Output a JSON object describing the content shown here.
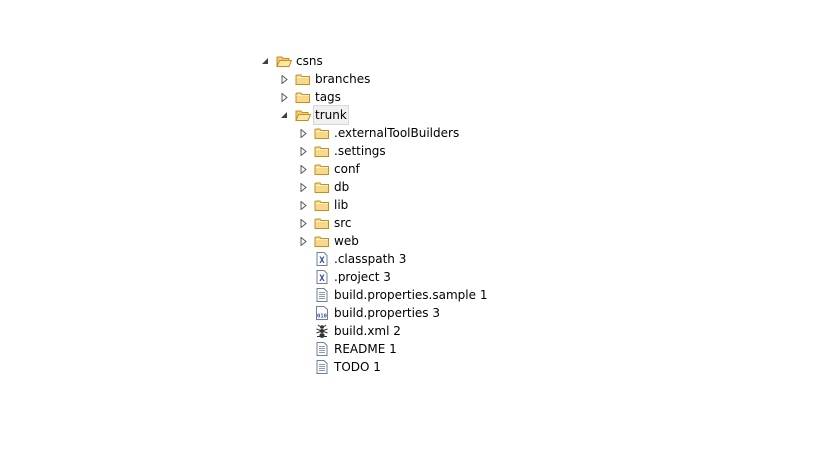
{
  "tree": [
    {
      "label": "csns",
      "icon": "folder-open-icon",
      "expanded": true,
      "depth": 0
    },
    {
      "label": "branches",
      "icon": "folder-icon",
      "expanded": false,
      "depth": 1
    },
    {
      "label": "tags",
      "icon": "folder-icon",
      "expanded": false,
      "depth": 1
    },
    {
      "label": "trunk",
      "icon": "folder-open-icon",
      "expanded": true,
      "depth": 1,
      "selected": true
    },
    {
      "label": ".externalToolBuilders",
      "icon": "folder-icon",
      "expanded": false,
      "depth": 2
    },
    {
      "label": ".settings",
      "icon": "folder-icon",
      "expanded": false,
      "depth": 2
    },
    {
      "label": "conf",
      "icon": "folder-icon",
      "expanded": false,
      "depth": 2
    },
    {
      "label": "db",
      "icon": "folder-icon",
      "expanded": false,
      "depth": 2
    },
    {
      "label": "lib",
      "icon": "folder-icon",
      "expanded": false,
      "depth": 2
    },
    {
      "label": "src",
      "icon": "folder-icon",
      "expanded": false,
      "depth": 2
    },
    {
      "label": "web",
      "icon": "folder-icon",
      "expanded": false,
      "depth": 2
    },
    {
      "label": ".classpath 3",
      "icon": "xml-file-icon",
      "depth": 2,
      "leaf": true
    },
    {
      "label": ".project 3",
      "icon": "xml-file-icon",
      "depth": 2,
      "leaf": true
    },
    {
      "label": "build.properties.sample 1",
      "icon": "text-file-icon",
      "depth": 2,
      "leaf": true
    },
    {
      "label": "build.properties 3",
      "icon": "properties-file-icon",
      "depth": 2,
      "leaf": true
    },
    {
      "label": "build.xml 2",
      "icon": "ant-file-icon",
      "depth": 2,
      "leaf": true
    },
    {
      "label": "README 1",
      "icon": "text-file-icon",
      "depth": 2,
      "leaf": true
    },
    {
      "label": "TODO 1",
      "icon": "text-file-icon",
      "depth": 2,
      "leaf": true
    }
  ],
  "colors": {
    "folder_fill": "#f7d98b",
    "folder_stroke": "#c98d1e",
    "toggle_color": "#595959"
  }
}
